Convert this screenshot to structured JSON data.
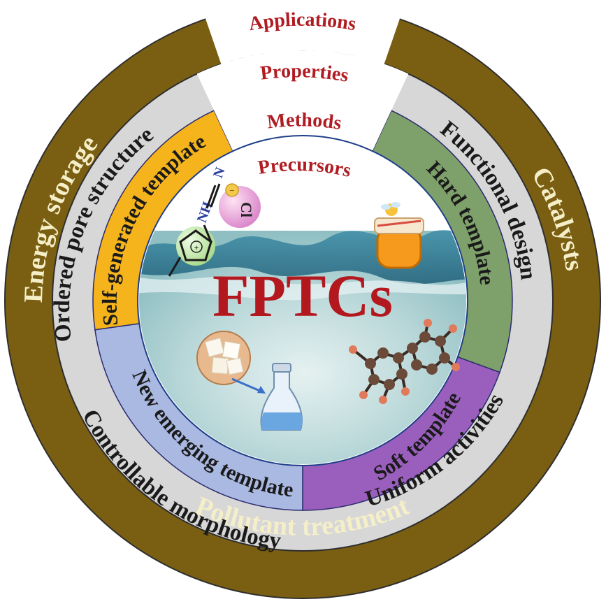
{
  "headers": {
    "applications": "Applications",
    "properties": "Properties",
    "methods": "Methods",
    "precursors": "Precursors"
  },
  "applications": {
    "energy_storage": "Energy storage",
    "catalysts": "Catalysts",
    "pollutant_treatment": "Pollutant treatment"
  },
  "properties": {
    "ordered_pore_structure": "Ordered pore structure",
    "functional_design": "Functional design",
    "uniform_activities": "Uniform activities",
    "controllable_morphology": "Controllable morphology"
  },
  "methods": {
    "self_generated_template": "Self-generated template",
    "hard_template": "Hard template",
    "soft_template": "Soft template",
    "new_emerging_template": "New emerging template"
  },
  "center": {
    "title": "FPTCs",
    "ion_label": "Cl",
    "nh_label": "NH",
    "n_label": "N",
    "plus_sign": "+",
    "minus_sign": "−"
  },
  "colors": {
    "outer_ring": "#7a5f12",
    "property_ring": "#d7d7d7",
    "self_generated": "#f5b41c",
    "hard_template": "#7ea06a",
    "soft_template": "#9a5fbd",
    "new_emerging": "#aab9e2",
    "title_red": "#b3181f"
  }
}
